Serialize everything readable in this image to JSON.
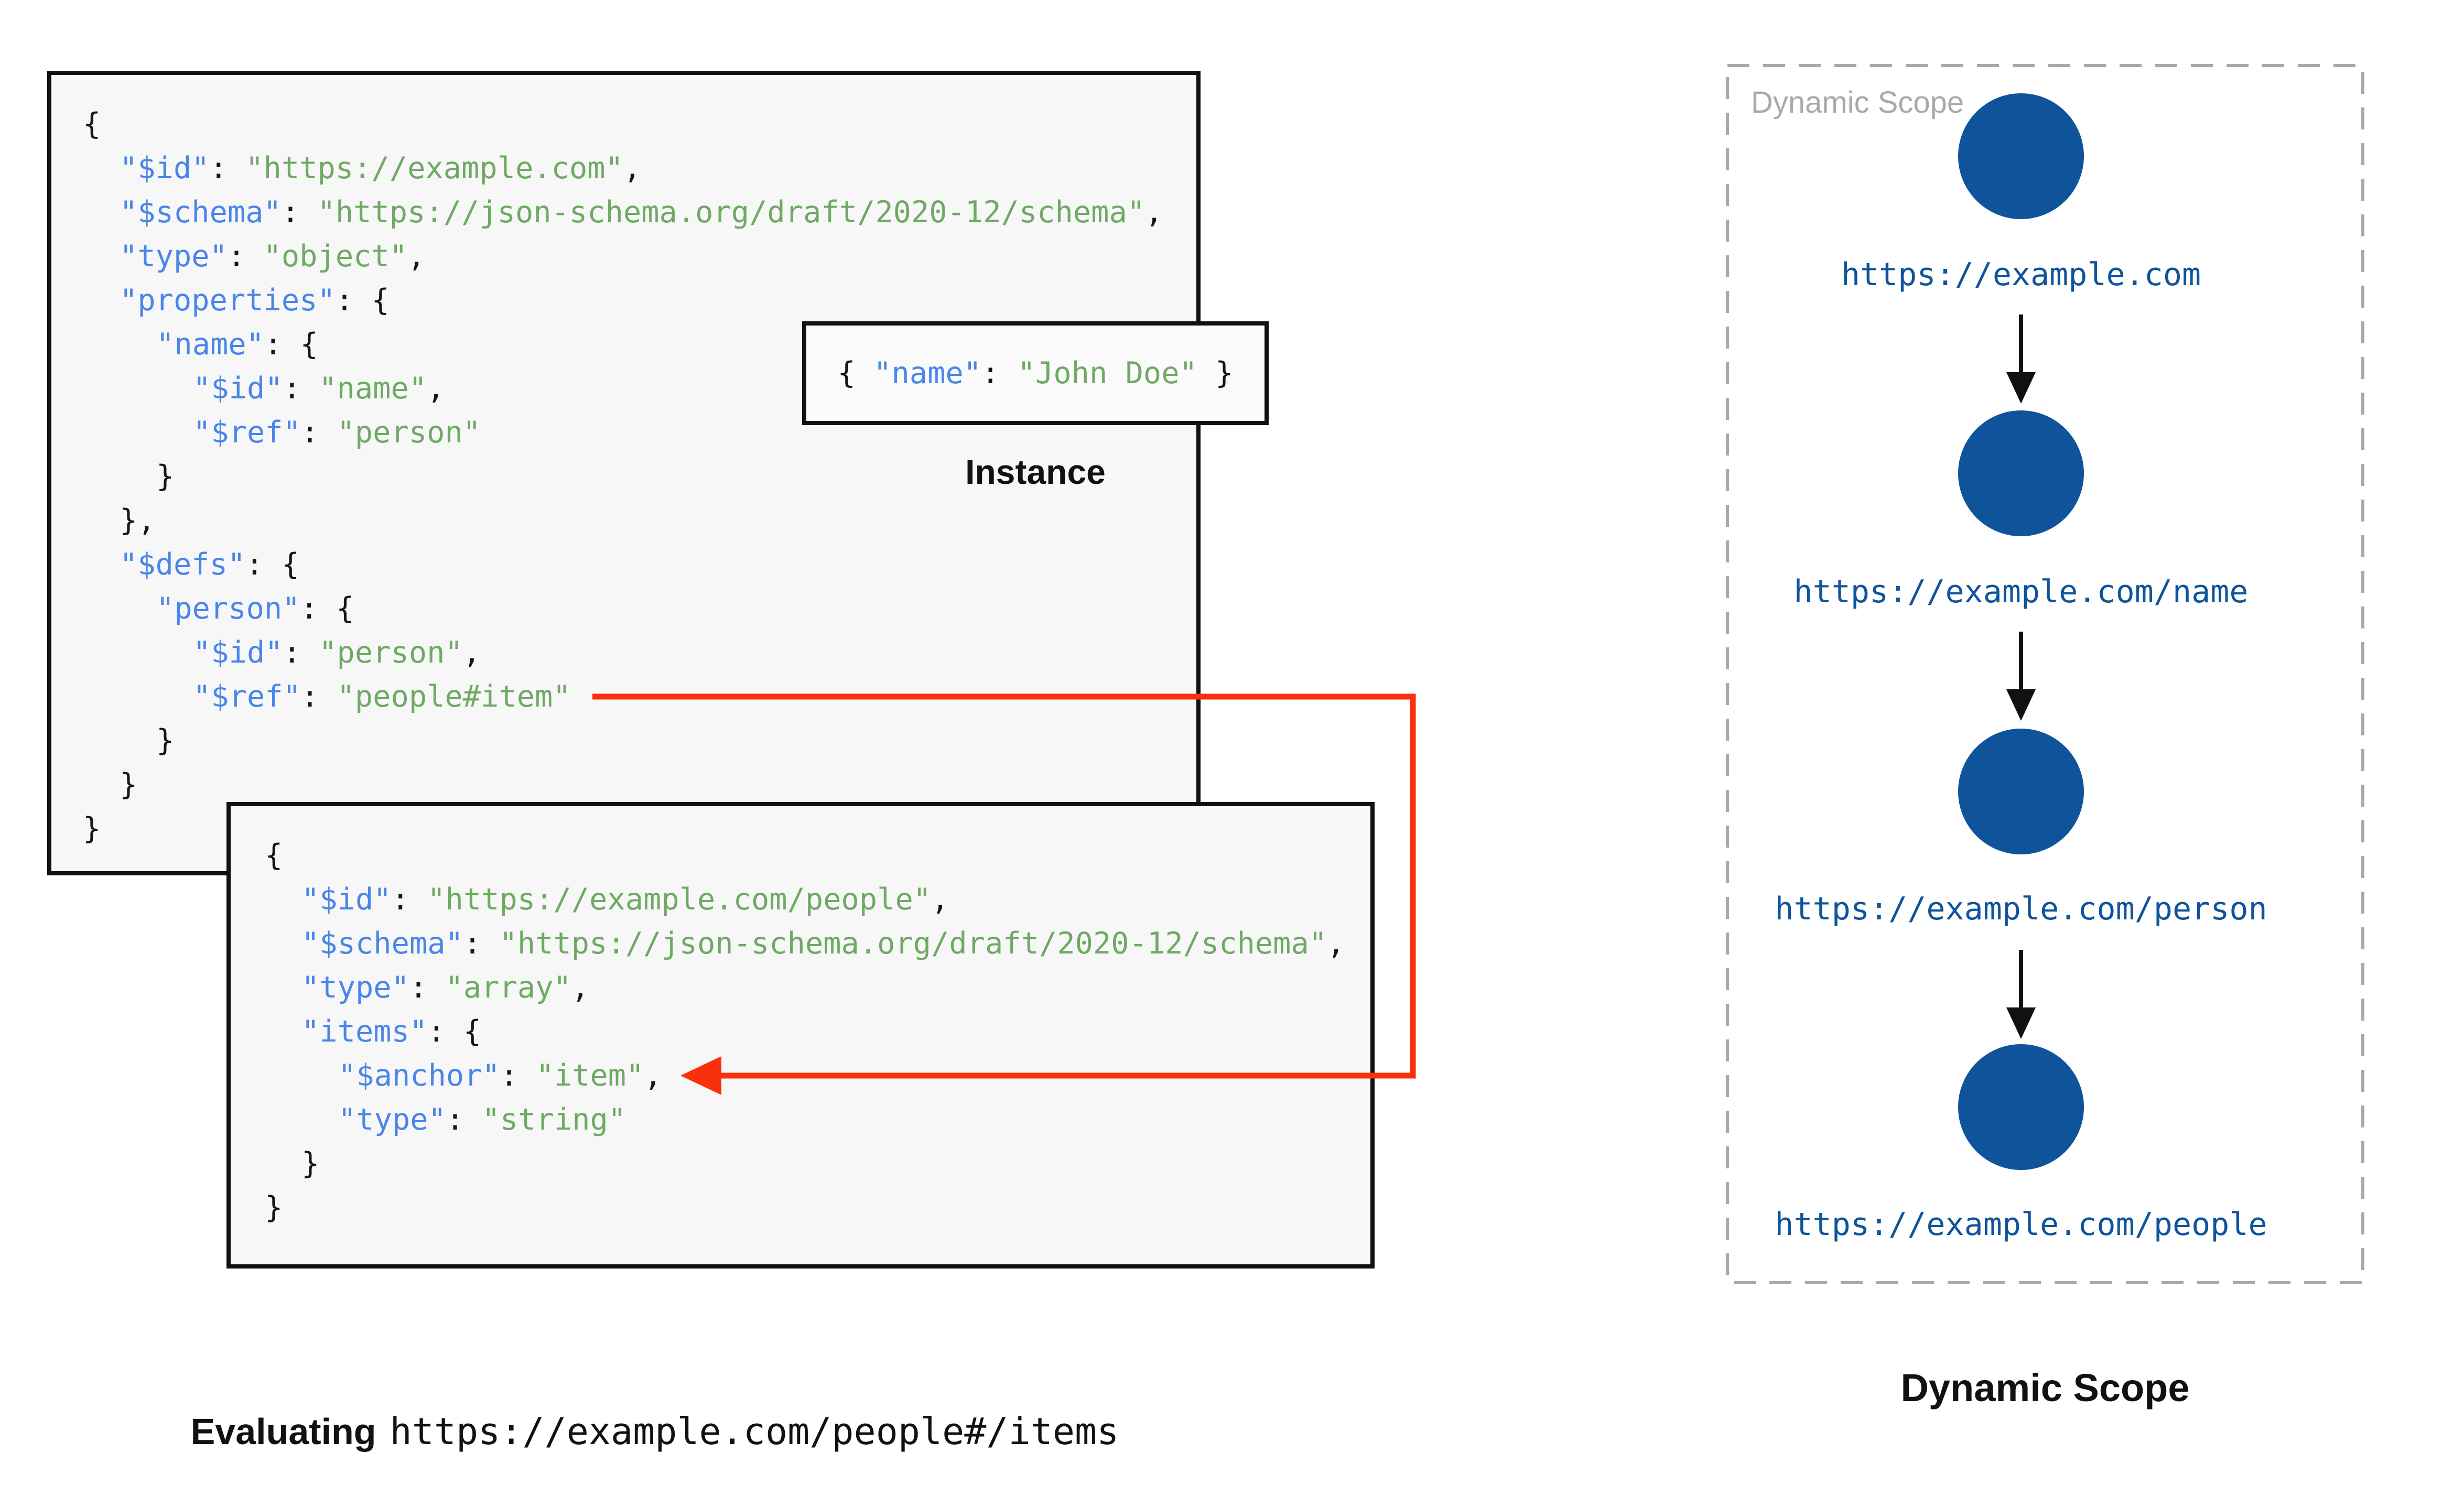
{
  "colors": {
    "key": "#4a86e8",
    "string": "#6faa64",
    "punct": "#161616",
    "box_border": "#111111",
    "box_bg": "#f7f7f8",
    "instance_bg": "#fbfbfb",
    "red": "#fa2f0c",
    "node_blue": "#0f549b",
    "gray": "#a9a9a9"
  },
  "schema_box": {
    "lines": [
      {
        "i": 0,
        "s": [
          [
            "p",
            "{"
          ]
        ]
      },
      {
        "i": 1,
        "s": [
          [
            "k",
            "\"$id\""
          ],
          [
            "p",
            ": "
          ],
          [
            "g",
            "\"https://example.com\""
          ],
          [
            "p",
            ","
          ]
        ]
      },
      {
        "i": 1,
        "s": [
          [
            "k",
            "\"$schema\""
          ],
          [
            "p",
            ": "
          ],
          [
            "g",
            "\"https://json-schema.org/draft/2020-12/schema\""
          ],
          [
            "p",
            ","
          ]
        ]
      },
      {
        "i": 1,
        "s": [
          [
            "k",
            "\"type\""
          ],
          [
            "p",
            ": "
          ],
          [
            "g",
            "\"object\""
          ],
          [
            "p",
            ","
          ]
        ]
      },
      {
        "i": 1,
        "s": [
          [
            "k",
            "\"properties\""
          ],
          [
            "p",
            ": {"
          ]
        ]
      },
      {
        "i": 2,
        "s": [
          [
            "k",
            "\"name\""
          ],
          [
            "p",
            ": {"
          ]
        ]
      },
      {
        "i": 3,
        "s": [
          [
            "k",
            "\"$id\""
          ],
          [
            "p",
            ": "
          ],
          [
            "g",
            "\"name\""
          ],
          [
            "p",
            ","
          ]
        ]
      },
      {
        "i": 3,
        "s": [
          [
            "k",
            "\"$ref\""
          ],
          [
            "p",
            ": "
          ],
          [
            "g",
            "\"person\""
          ]
        ]
      },
      {
        "i": 2,
        "s": [
          [
            "p",
            "}"
          ]
        ]
      },
      {
        "i": 1,
        "s": [
          [
            "p",
            "},"
          ]
        ]
      },
      {
        "i": 1,
        "s": [
          [
            "k",
            "\"$defs\""
          ],
          [
            "p",
            ": {"
          ]
        ]
      },
      {
        "i": 2,
        "s": [
          [
            "k",
            "\"person\""
          ],
          [
            "p",
            ": {"
          ]
        ]
      },
      {
        "i": 3,
        "s": [
          [
            "k",
            "\"$id\""
          ],
          [
            "p",
            ": "
          ],
          [
            "g",
            "\"person\""
          ],
          [
            "p",
            ","
          ]
        ]
      },
      {
        "i": 3,
        "s": [
          [
            "k",
            "\"$ref\""
          ],
          [
            "p",
            ": "
          ],
          [
            "g",
            "\"people#item\""
          ]
        ]
      },
      {
        "i": 2,
        "s": [
          [
            "p",
            "}"
          ]
        ]
      },
      {
        "i": 1,
        "s": [
          [
            "p",
            "}"
          ]
        ]
      },
      {
        "i": 0,
        "s": [
          [
            "p",
            "}"
          ]
        ]
      }
    ]
  },
  "people_box": {
    "lines": [
      {
        "i": 0,
        "s": [
          [
            "p",
            "{"
          ]
        ]
      },
      {
        "i": 1,
        "s": [
          [
            "k",
            "\"$id\""
          ],
          [
            "p",
            ": "
          ],
          [
            "g",
            "\"https://example.com/people\""
          ],
          [
            "p",
            ","
          ]
        ]
      },
      {
        "i": 1,
        "s": [
          [
            "k",
            "\"$schema\""
          ],
          [
            "p",
            ": "
          ],
          [
            "g",
            "\"https://json-schema.org/draft/2020-12/schema\""
          ],
          [
            "p",
            ","
          ]
        ]
      },
      {
        "i": 1,
        "s": [
          [
            "k",
            "\"type\""
          ],
          [
            "p",
            ": "
          ],
          [
            "g",
            "\"array\""
          ],
          [
            "p",
            ","
          ]
        ]
      },
      {
        "i": 1,
        "s": [
          [
            "k",
            "\"items\""
          ],
          [
            "p",
            ": {"
          ]
        ]
      },
      {
        "i": 2,
        "s": [
          [
            "k",
            "\"$anchor\""
          ],
          [
            "p",
            ": "
          ],
          [
            "g",
            "\"item\""
          ],
          [
            "p",
            ","
          ]
        ]
      },
      {
        "i": 2,
        "s": [
          [
            "k",
            "\"type\""
          ],
          [
            "p",
            ": "
          ],
          [
            "g",
            "\"string\""
          ]
        ]
      },
      {
        "i": 1,
        "s": [
          [
            "p",
            "}"
          ]
        ]
      },
      {
        "i": 0,
        "s": [
          [
            "p",
            "}"
          ]
        ]
      }
    ]
  },
  "instance_box": {
    "label": "Instance",
    "lines": [
      {
        "i": 0,
        "s": [
          [
            "p",
            "{ "
          ],
          [
            "k",
            "\"name\""
          ],
          [
            "p",
            ": "
          ],
          [
            "g",
            "\"John Doe\""
          ],
          [
            "p",
            " }"
          ]
        ]
      }
    ]
  },
  "dynamic_scope_panel": {
    "watermark": "Dynamic Scope",
    "caption": "Dynamic Scope",
    "nodes": [
      {
        "url": "https://example.com"
      },
      {
        "url": "https://example.com/name"
      },
      {
        "url": "https://example.com/person"
      },
      {
        "url": "https://example.com/people"
      }
    ]
  },
  "evaluating": {
    "prefix": "Evaluating",
    "uri": "https://example.com/people#/items"
  }
}
